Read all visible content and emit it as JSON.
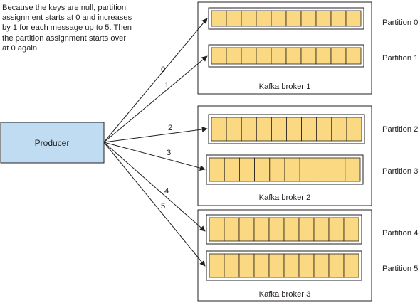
{
  "annotation": {
    "lines": [
      "Because the keys are null, partition",
      "assignment starts at 0 and increases",
      "by 1 for each message up to 5. Then",
      "the partition assignment starts over",
      "at 0 again."
    ]
  },
  "producer": {
    "label": "Producer"
  },
  "brokers": [
    {
      "label": "Kafka broker 1"
    },
    {
      "label": "Kafka broker 2"
    },
    {
      "label": "Kafka broker 3"
    }
  ],
  "partitions": [
    {
      "label": "Partition 0",
      "broker": 0
    },
    {
      "label": "Partition 1",
      "broker": 0
    },
    {
      "label": "Partition 2",
      "broker": 1
    },
    {
      "label": "Partition 3",
      "broker": 1
    },
    {
      "label": "Partition 4",
      "broker": 2
    },
    {
      "label": "Partition 5",
      "broker": 2
    }
  ],
  "arrows": [
    {
      "label": "0",
      "partition": 0
    },
    {
      "label": "1",
      "partition": 1
    },
    {
      "label": "2",
      "partition": 2
    },
    {
      "label": "3",
      "partition": 3
    },
    {
      "label": "4",
      "partition": 4
    },
    {
      "label": "5",
      "partition": 5
    }
  ],
  "colors": {
    "producer_fill": "#bfdcf2",
    "cell_fill": "#fbd882",
    "line": "#231f20"
  }
}
